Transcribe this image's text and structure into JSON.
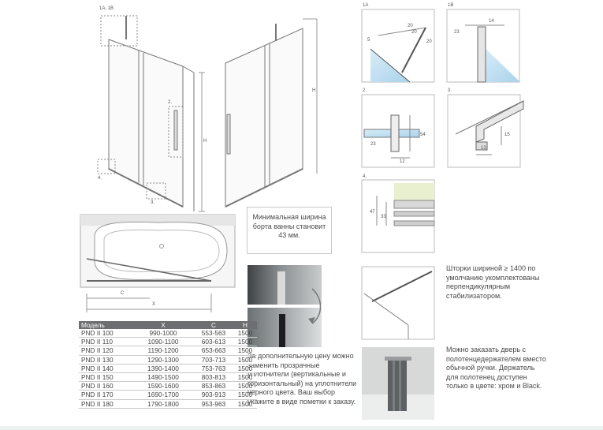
{
  "shower_diagram": {
    "callout_1ab": "1A, 1B",
    "callout_2": "2.",
    "callout_3": "3.",
    "callout_4": "4.",
    "dim_h": "H",
    "dim_c": "C",
    "dim_x": "X"
  },
  "details": {
    "d1a": {
      "label": "1A",
      "dims": [
        "20",
        "5",
        "20",
        "20"
      ]
    },
    "d1b": {
      "label": "1B",
      "dims": [
        "23",
        "14"
      ]
    },
    "d2": {
      "label": "2.",
      "dims": [
        "23",
        "54",
        "12"
      ]
    },
    "d3": {
      "label": "3.",
      "dims": [
        "13",
        "15"
      ]
    },
    "d4": {
      "label": "4.",
      "dims": [
        "47",
        "33"
      ]
    }
  },
  "notes": {
    "min_width": "Минимальная ширина борта ванны становит 43 мм.",
    "seals": "За дополнительную цену можно заменить прозрачные уплотнители (вертикальные и горизонтальный) на уплотнители черного цвета. Ваш выбор укажите в виде пометки к заказу.",
    "stabilizer": "Шторки шириной ≥ 1400 по умолчанию укомплектованы перпендикулярным стабилизатором.",
    "towel": "Можно заказать дверь с полотенцедержателем вместо обычной ручки. Держатель для полотенец доступен только в цвете: хром и Black."
  },
  "table": {
    "headers": [
      "Модель",
      "X",
      "C",
      "H"
    ],
    "rows": [
      [
        "PND II 100",
        "990-1000",
        "553-563",
        "1500"
      ],
      [
        "PND II 110",
        "1090-1100",
        "603-613",
        "1500"
      ],
      [
        "PND II 120",
        "1190-1200",
        "653-663",
        "1500"
      ],
      [
        "PND II 130",
        "1290-1300",
        "703-713",
        "1500"
      ],
      [
        "PND II 140",
        "1390-1400",
        "753-763",
        "1500"
      ],
      [
        "PND II 150",
        "1490-1500",
        "803-813",
        "1500"
      ],
      [
        "PND II 160",
        "1590-1600",
        "853-863",
        "1500"
      ],
      [
        "PND II 170",
        "1690-1700",
        "903-913",
        "1500"
      ],
      [
        "PND II 180",
        "1790-1800",
        "953-963",
        "1500"
      ]
    ]
  }
}
